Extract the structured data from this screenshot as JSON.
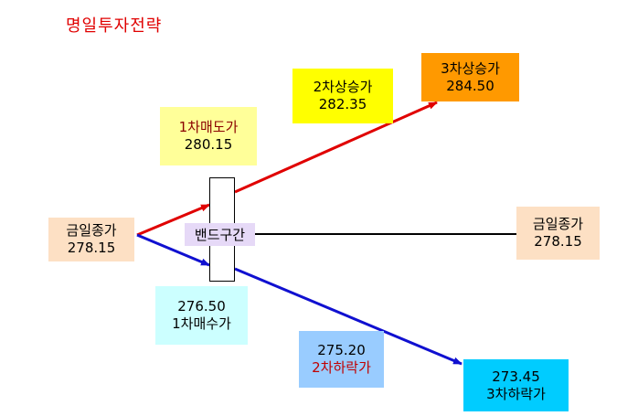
{
  "title": "명일투자전략",
  "colors": {
    "up_line": "#e00000",
    "down_line": "#1010d0",
    "flat_line": "#000000",
    "peach": "#fde0c4",
    "pale_yellow": "#ffff99",
    "yellow": "#ffff00",
    "orange": "#ff9900",
    "cyan": "#ccffff",
    "light_blue": "#99ccff",
    "blue_cyan": "#00ccff",
    "lavender": "#e6d9f7"
  },
  "nodes": {
    "close_left": {
      "label": "금일종가",
      "value": "278.15"
    },
    "sell1": {
      "label": "1차매도가",
      "value": "280.15"
    },
    "rise2": {
      "label": "2차상승가",
      "value": "282.35"
    },
    "rise3": {
      "label": "3차상승가",
      "value": "284.50"
    },
    "close_right": {
      "label": "금일종가",
      "value": "278.15"
    },
    "band": {
      "label": "밴드구간"
    },
    "buy1": {
      "value": "276.50",
      "label": "1차매수가"
    },
    "fall2": {
      "value": "275.20",
      "label": "2차하락가"
    },
    "fall3": {
      "value": "273.45",
      "label": "3차하락가"
    }
  }
}
